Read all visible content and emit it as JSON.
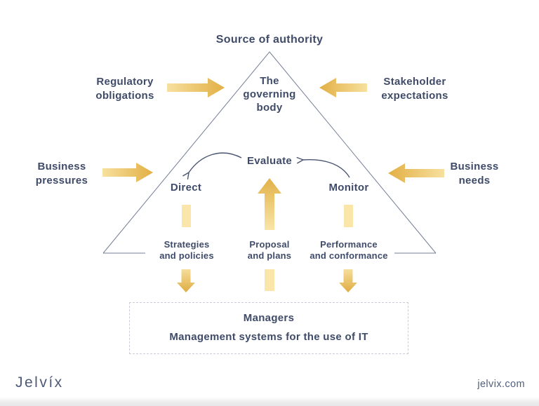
{
  "diagram": {
    "title": "Source of authority",
    "governing_body": "The\ngoverning\nbody",
    "core": {
      "evaluate": "Evaluate",
      "direct": "Direct",
      "monitor": "Monitor"
    },
    "left_inputs": [
      {
        "label": "Regulatory\nobligations"
      },
      {
        "label": "Business\npressures"
      }
    ],
    "right_inputs": [
      {
        "label": "Stakeholder\nexpectations"
      },
      {
        "label": "Business\nneeds"
      }
    ],
    "outputs": [
      {
        "label": "Strategies\nand policies"
      },
      {
        "label": "Proposal\nand plans"
      },
      {
        "label": "Performance\nand conformance"
      }
    ],
    "managers": {
      "line1": "Managers",
      "line2": "Management systems for the use of IT"
    },
    "arrows": [
      {
        "name": "regulatory-into-triangle",
        "direction": "right"
      },
      {
        "name": "stakeholder-into-triangle",
        "direction": "left"
      },
      {
        "name": "business-pressures-into-triangle",
        "direction": "right"
      },
      {
        "name": "business-needs-into-triangle",
        "direction": "left"
      },
      {
        "name": "evaluate-to-direct-curve",
        "direction": "down-left"
      },
      {
        "name": "monitor-to-evaluate-curve",
        "direction": "left"
      },
      {
        "name": "proposals-up-to-evaluate",
        "direction": "up"
      },
      {
        "name": "strategies-down-to-managers",
        "direction": "down"
      },
      {
        "name": "performance-down-to-managers",
        "direction": "down"
      }
    ]
  },
  "footer": {
    "brand": "Jelvíx",
    "website": "jelvix.com"
  },
  "colors": {
    "text_navy": "#3f4b68",
    "triangle_line": "#767f99",
    "gold_light": "#f7e09e",
    "gold_dark": "#e2af45",
    "bar_yellow": "#fae6a8",
    "dashed_border": "#c9cdd7",
    "background": "#ffffff"
  }
}
